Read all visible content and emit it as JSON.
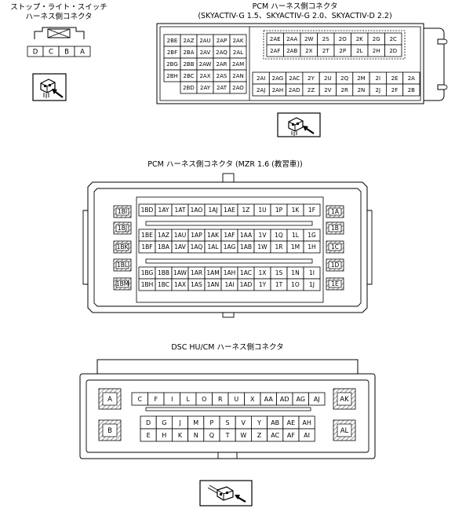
{
  "stop_switch": {
    "title_line1": "ストップ・ライト・スイッチ",
    "title_line2": "ハーネス側コネクタ",
    "pins": [
      "D",
      "C",
      "B",
      "A"
    ]
  },
  "pcm_sky": {
    "title_line1": "PCM ハーネス側コネクタ",
    "title_line2": "(SKYACTIV-G 1.5、SKYACTIV-G 2.0、SKYACTIV-D 2.2)",
    "left_rows": [
      [
        "2BE",
        "2AZ",
        "2AU",
        "2AP",
        "2AK"
      ],
      [
        "2BF",
        "2BA",
        "2AV",
        "2AQ",
        "2AL"
      ],
      [
        "2BG",
        "2BB",
        "2AW",
        "2AR",
        "2AM"
      ],
      [
        "2BH",
        "2BC",
        "2AX",
        "2AS",
        "2AN"
      ],
      [
        "",
        "2BD",
        "2AY",
        "2AT",
        "2AO"
      ]
    ],
    "right_top_rows": [
      [
        "2AE",
        "2AA",
        "2W",
        "2S",
        "2O",
        "2K",
        "2G",
        "2C"
      ],
      [
        "2AF",
        "2AB",
        "2X",
        "2T",
        "2P",
        "2L",
        "2H",
        "2D"
      ]
    ],
    "right_bottom_rows": [
      [
        "2AI",
        "2AG",
        "2AC",
        "2Y",
        "2U",
        "2Q",
        "2M",
        "2I",
        "2E",
        "2A"
      ],
      [
        "2AJ",
        "2AH",
        "2AD",
        "2Z",
        "2V",
        "2R",
        "2N",
        "2J",
        "2F",
        "2B"
      ]
    ]
  },
  "pcm_mzr": {
    "title": "PCM ハーネス側コネクタ (MZR 1.6 (教習車))",
    "left_side": [
      "1BI",
      "1BJ",
      "1BK",
      "1BL",
      "1BM"
    ],
    "right_side": [
      "1A",
      "1B",
      "1C",
      "1D",
      "1E"
    ],
    "row1": [
      "1BD",
      "1AY",
      "1AT",
      "1AO",
      "1AJ",
      "1AE",
      "1Z",
      "1U",
      "1P",
      "1K",
      "1F"
    ],
    "row2": [
      "1BE",
      "1AZ",
      "1AU",
      "1AP",
      "1AK",
      "1AF",
      "1AA",
      "1V",
      "1Q",
      "1L",
      "1G"
    ],
    "row3": [
      "1BF",
      "1BA",
      "1AV",
      "1AQ",
      "1AL",
      "1AG",
      "1AB",
      "1W",
      "1R",
      "1M",
      "1H"
    ],
    "row4": [
      "1BG",
      "1BB",
      "1AW",
      "1AR",
      "1AM",
      "1AH",
      "1AC",
      "1X",
      "1S",
      "1N",
      "1I"
    ],
    "row5": [
      "1BH",
      "1BC",
      "1AX",
      "1AS",
      "1AN",
      "1AI",
      "1AD",
      "1Y",
      "1T",
      "1O",
      "1J"
    ]
  },
  "dsc": {
    "title": "DSC HU/CM ハーネス側コネクタ",
    "top_row": [
      "C",
      "F",
      "I",
      "L",
      "O",
      "R",
      "U",
      "X",
      "AA",
      "AD",
      "AG",
      "AJ"
    ],
    "row2": [
      "D",
      "G",
      "J",
      "M",
      "P",
      "S",
      "V",
      "Y",
      "AB",
      "AE",
      "AH"
    ],
    "row3": [
      "E",
      "H",
      "K",
      "N",
      "Q",
      "T",
      "W",
      "Z",
      "AC",
      "AF",
      "AI"
    ],
    "side_left": [
      "A",
      "B"
    ],
    "side_right": [
      "AK",
      "AL"
    ]
  },
  "icons": {
    "view_icon": "connector-view-arrow-icon"
  }
}
